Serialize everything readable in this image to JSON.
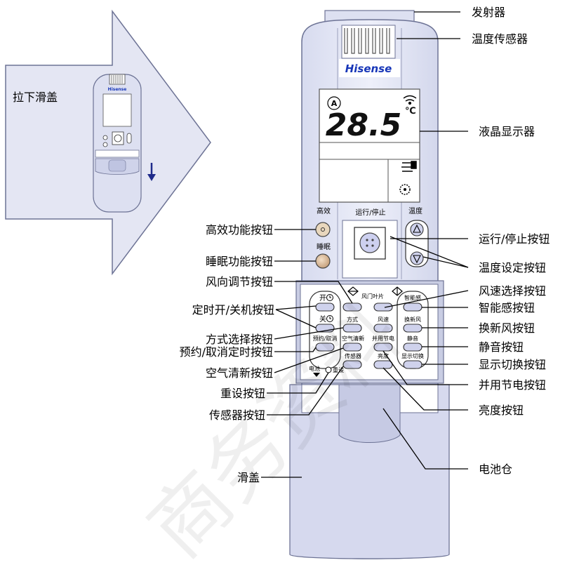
{
  "brand": "Hisense",
  "inset": {
    "caption": "拉下滑盖"
  },
  "display": {
    "temperature": "28.5",
    "unit": "℃",
    "mode": "A"
  },
  "buttons": {
    "high_eff": "高效",
    "run_stop": "运行/停止",
    "temp": "温度",
    "sleep": "睡眠",
    "vane": "风门叶片",
    "smart": "智能感",
    "on": "开",
    "off": "关",
    "mode": "方式",
    "fan": "风速",
    "fresh": "换新风",
    "timer": "预约/取消",
    "air_clean": "空气清新",
    "save": "并用节电",
    "quiet": "静音",
    "sensor": "传感器",
    "bright": "亮度",
    "display_sw": "显示切换",
    "battery": "电池",
    "reset": "重设"
  },
  "labels": {
    "emitter": "发射器",
    "temp_sensor": "温度传感器",
    "lcd": "液晶显示器",
    "high_eff_btn": "高效功能按钮",
    "sleep_btn": "睡眠功能按钮",
    "vane_btn": "风向调节按钮",
    "timer_onoff_btn": "定时开/关机按钮",
    "mode_btn": "方式选择按钮",
    "cancel_timer_btn": "预约/取消定时按钮",
    "air_clean_btn": "空气清新按钮",
    "reset_btn": "重设按钮",
    "sensor_btn": "传感器按钮",
    "cover": "滑盖",
    "run_stop_btn": "运行/停止按钮",
    "temp_set_btn": "温度设定按钮",
    "fan_btn": "风速选择按钮",
    "smart_btn": "智能感按钮",
    "fresh_btn": "换新风按钮",
    "quiet_btn": "静音按钮",
    "display_btn": "显示切换按钮",
    "save_btn": "并用节电按钮",
    "bright_btn": "亮度按钮",
    "battery_box": "电池仓"
  },
  "watermark": "商务资料"
}
